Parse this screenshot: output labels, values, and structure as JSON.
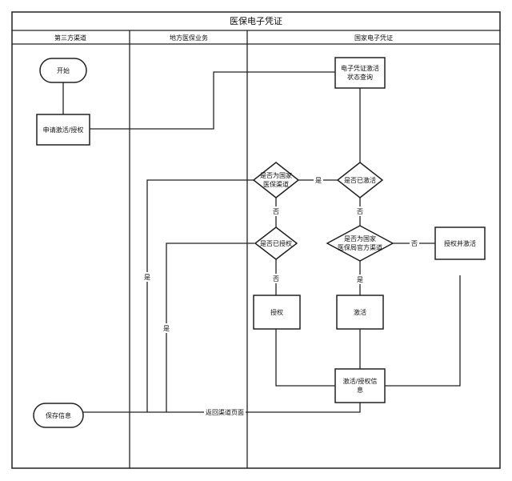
{
  "diagram": {
    "title": "医保电子凭证",
    "lanes": [
      "第三方渠道",
      "地方医保业务",
      "国家电子凭证"
    ],
    "nodes": {
      "start": "开始",
      "apply": "申请激活/授权",
      "query_1": "电子凭证激活",
      "query_2": "状态查询",
      "is_activated": "是否已激活",
      "is_national_1": "是否为国家",
      "is_national_2": "医保渠道",
      "is_bureau_1": "是否为国家",
      "is_bureau_2": "医保局官方渠道",
      "auth_and_activate": "授权并激活",
      "is_authorized": "是否已授权",
      "authorize": "授权",
      "activate": "激活",
      "info_1": "激活/授权信",
      "info_2": "息",
      "save_info": "保存信息"
    },
    "edge_labels": {
      "yes_activated": "是",
      "no_activated": "否",
      "no_national": "否",
      "yes_national": "是",
      "no_bureau": "否",
      "yes_bureau": "是",
      "no_authorized": "否",
      "yes_authorized": "是",
      "return_page": "返回渠道页面"
    }
  }
}
